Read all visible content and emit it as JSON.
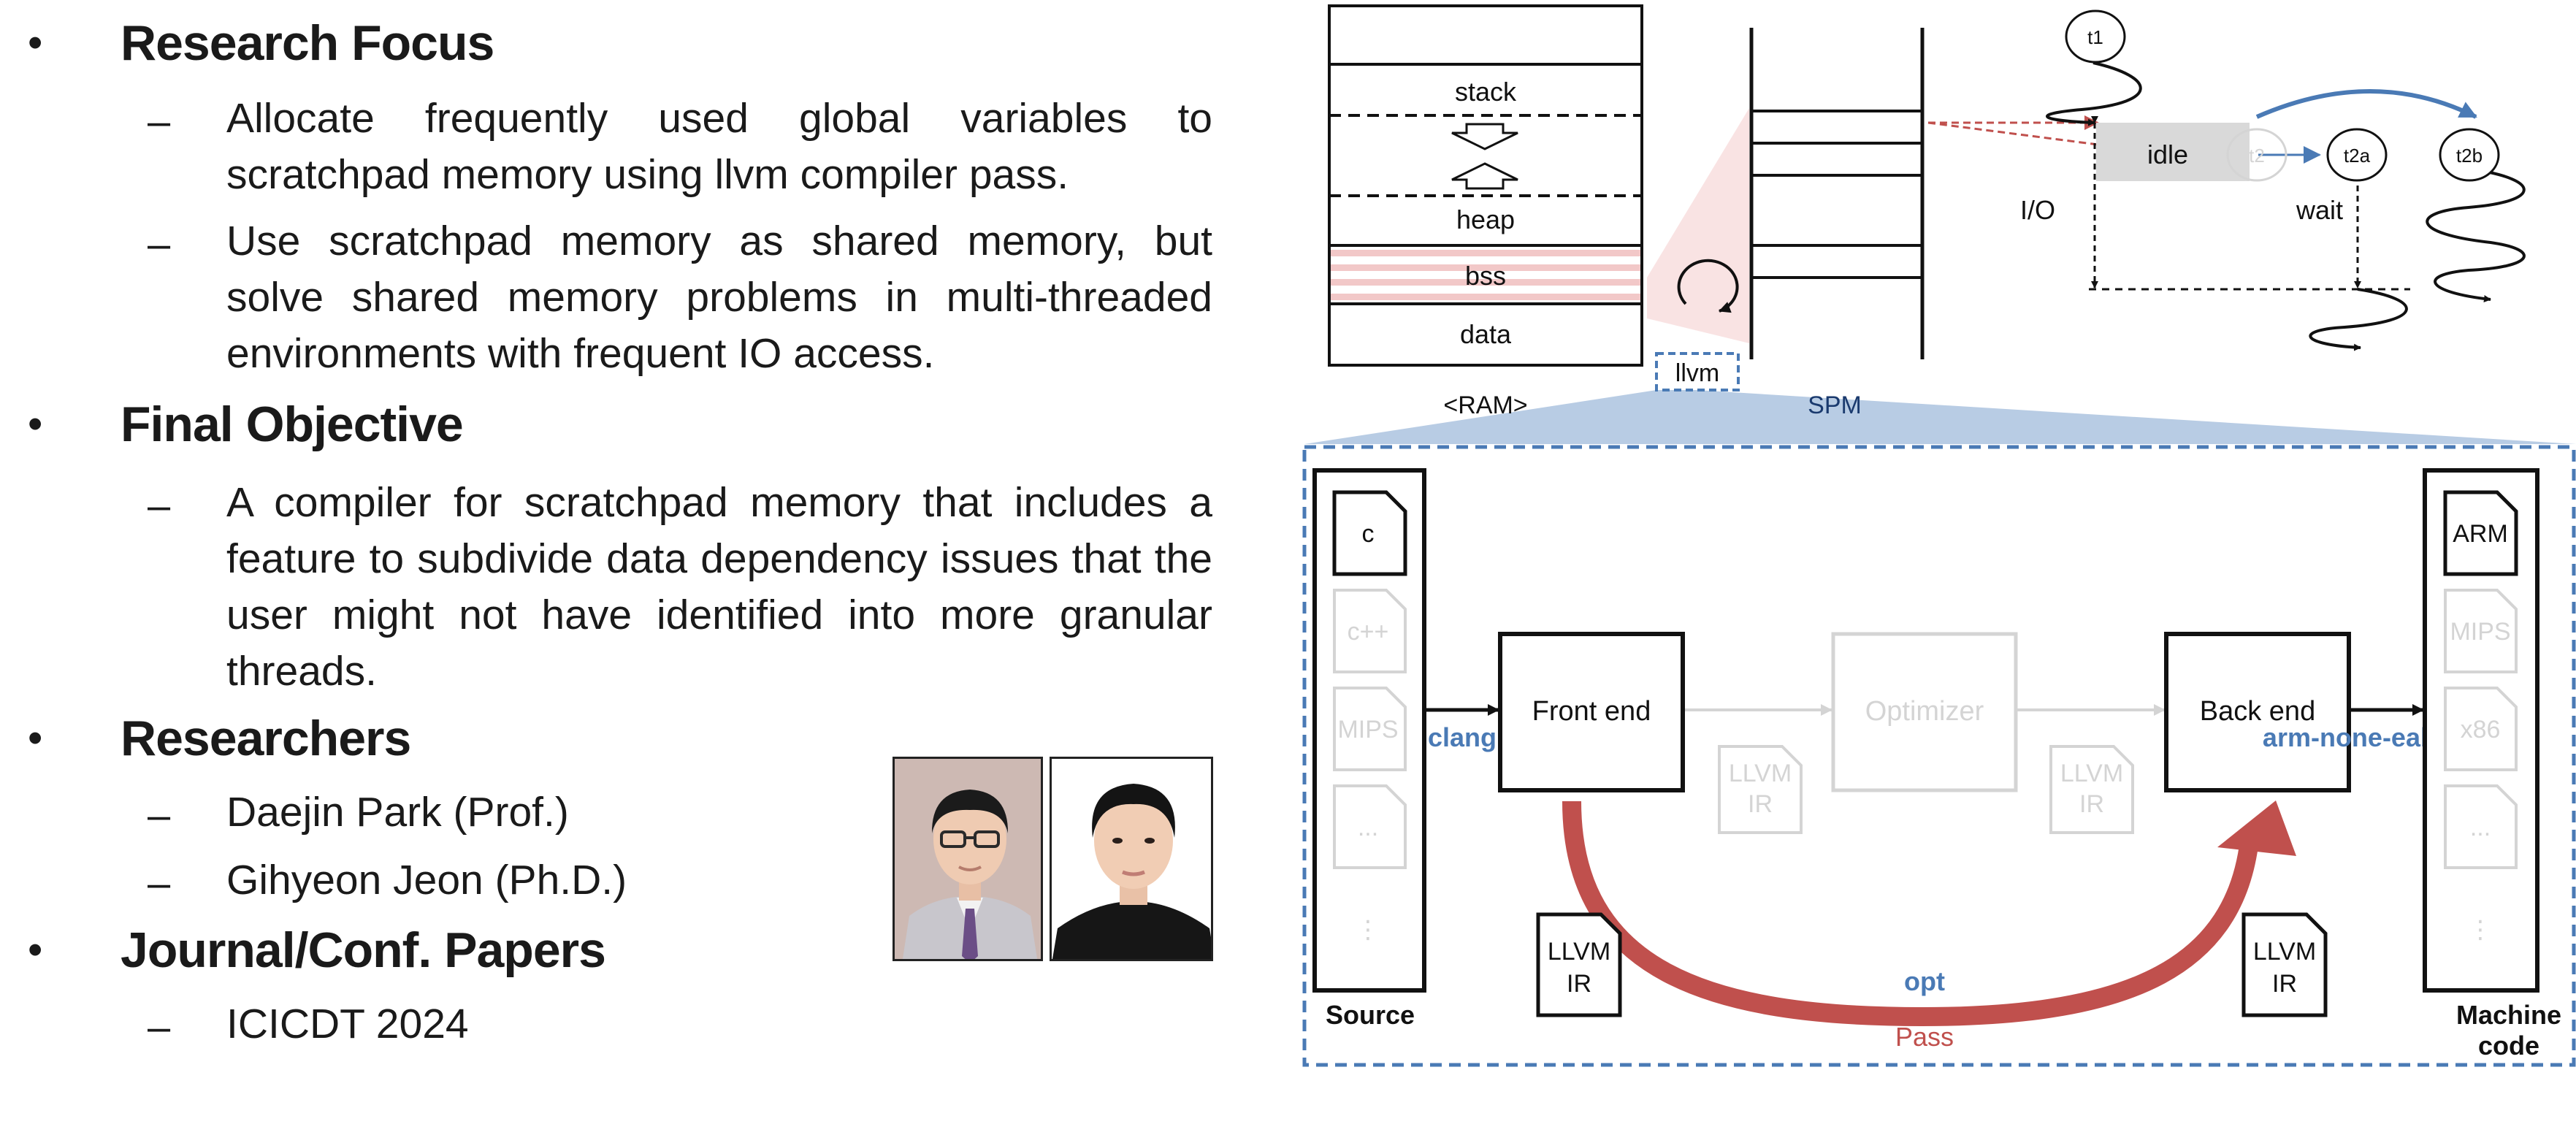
{
  "sections": [
    {
      "heading": "Research Focus",
      "items": [
        "Allocate frequently used global variables to scratchpad memory using llvm compiler pass.",
        "Use scratchpad memory as shared memory, but solve shared memory problems in multi-threaded environments with frequent IO access."
      ]
    },
    {
      "heading": "Final Objective",
      "items": [
        "A compiler for scratchpad memory that includes a feature to subdivide data dependency issues that the user might not have identified into more granular threads."
      ]
    },
    {
      "heading": "Researchers",
      "items": [
        "Daejin Park (Prof.)",
        "Gihyeon Jeon (Ph.D.)"
      ]
    },
    {
      "heading": "Journal/Conf. Papers",
      "items": [
        "ICICDT 2024"
      ]
    }
  ],
  "bullet_glyph": "•",
  "dash_glyph": "–",
  "memory": {
    "ram_segments": [
      "stack",
      "heap",
      "bss",
      "data"
    ],
    "ram_label": "<RAM>",
    "spm_label": "SPM",
    "llvm_label": "llvm"
  },
  "threads": {
    "labels": [
      "t1",
      "t2",
      "t2a",
      "t2b"
    ],
    "idle": "idle",
    "io": "I/O",
    "wait": "wait"
  },
  "pipeline": {
    "source_files": [
      "c",
      "c++",
      "MIPS",
      "...",
      "⋮"
    ],
    "source_label": "Source",
    "clang": "clang",
    "front_end": "Front end",
    "optimizer": "Optimizer",
    "back_end": "Back end",
    "ir_lines": [
      "LLVM",
      "IR"
    ],
    "gcc": "arm-none-eabi-gcc",
    "opt": "opt",
    "pass": "Pass",
    "machine_files": [
      "ARM",
      "MIPS",
      "x86",
      "...",
      "⋮"
    ],
    "machine_label": [
      "Machine",
      "code"
    ]
  },
  "colors": {
    "accent_blue": "#4a7ab5",
    "pass_red": "#c0504d",
    "faded": "#d4d4d4",
    "zoom_blue": "#b8cce4",
    "zoom_pink": "#f7dada"
  }
}
